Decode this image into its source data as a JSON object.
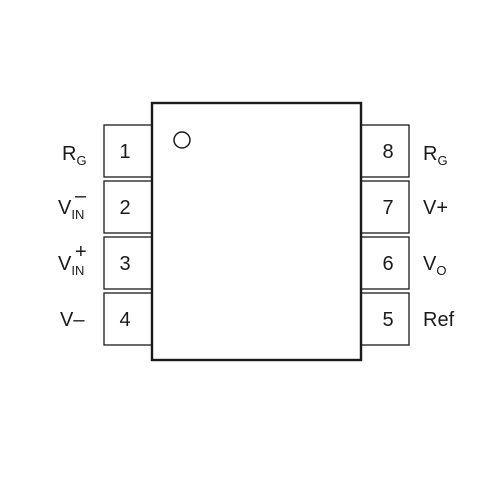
{
  "package": {
    "pins": [
      {
        "number": "1",
        "name": "R",
        "sub": "G",
        "sup": ""
      },
      {
        "number": "2",
        "name": "V",
        "sub": "IN",
        "sup": "–"
      },
      {
        "number": "3",
        "name": "V",
        "sub": "IN",
        "sup": "+"
      },
      {
        "number": "4",
        "name": "V–",
        "sub": "",
        "sup": ""
      },
      {
        "number": "5",
        "name": "Ref",
        "sub": "",
        "sup": ""
      },
      {
        "number": "6",
        "name": "V",
        "sub": "O",
        "sup": ""
      },
      {
        "number": "7",
        "name": "V+",
        "sub": "",
        "sup": ""
      },
      {
        "number": "8",
        "name": "R",
        "sub": "G",
        "sup": ""
      }
    ]
  }
}
